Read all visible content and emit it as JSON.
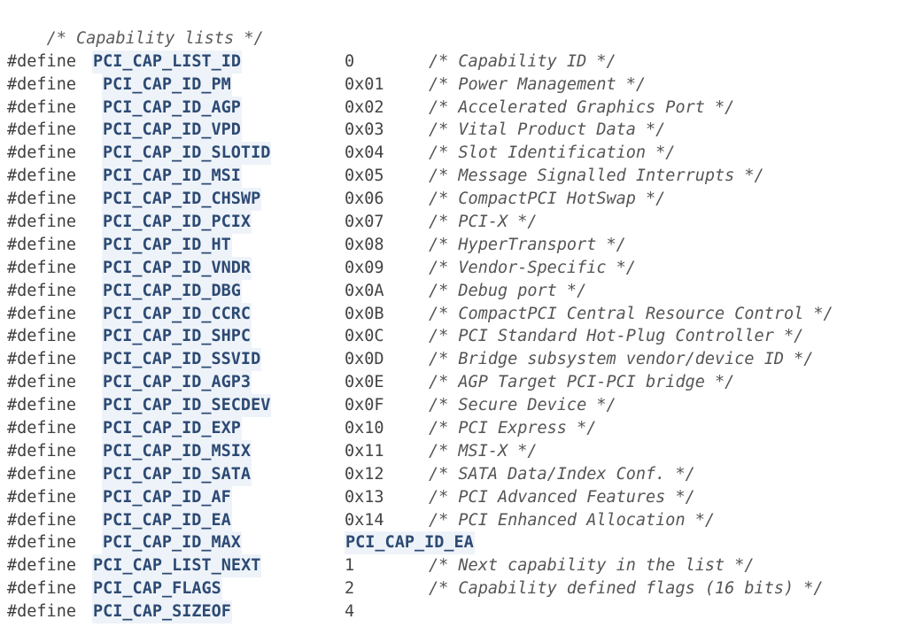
{
  "header_comment": "/* Capability lists */",
  "directive": "#define",
  "defines": [
    {
      "name": "PCI_CAP_LIST_ID",
      "indent": false,
      "value": "0",
      "value_is_ref": false,
      "comment": "/* Capability ID */"
    },
    {
      "name": "PCI_CAP_ID_PM",
      "indent": true,
      "value": "0x01",
      "value_is_ref": false,
      "comment": "/* Power Management */"
    },
    {
      "name": "PCI_CAP_ID_AGP",
      "indent": true,
      "value": "0x02",
      "value_is_ref": false,
      "comment": "/* Accelerated Graphics Port */"
    },
    {
      "name": "PCI_CAP_ID_VPD",
      "indent": true,
      "value": "0x03",
      "value_is_ref": false,
      "comment": "/* Vital Product Data */"
    },
    {
      "name": "PCI_CAP_ID_SLOTID",
      "indent": true,
      "value": "0x04",
      "value_is_ref": false,
      "comment": "/* Slot Identification */"
    },
    {
      "name": "PCI_CAP_ID_MSI",
      "indent": true,
      "value": "0x05",
      "value_is_ref": false,
      "comment": "/* Message Signalled Interrupts */"
    },
    {
      "name": "PCI_CAP_ID_CHSWP",
      "indent": true,
      "value": "0x06",
      "value_is_ref": false,
      "comment": "/* CompactPCI HotSwap */"
    },
    {
      "name": "PCI_CAP_ID_PCIX",
      "indent": true,
      "value": "0x07",
      "value_is_ref": false,
      "comment": "/* PCI-X */"
    },
    {
      "name": "PCI_CAP_ID_HT",
      "indent": true,
      "value": "0x08",
      "value_is_ref": false,
      "comment": "/* HyperTransport */"
    },
    {
      "name": "PCI_CAP_ID_VNDR",
      "indent": true,
      "value": "0x09",
      "value_is_ref": false,
      "comment": "/* Vendor-Specific */"
    },
    {
      "name": "PCI_CAP_ID_DBG",
      "indent": true,
      "value": "0x0A",
      "value_is_ref": false,
      "comment": "/* Debug port */"
    },
    {
      "name": "PCI_CAP_ID_CCRC",
      "indent": true,
      "value": "0x0B",
      "value_is_ref": false,
      "comment": "/* CompactPCI Central Resource Control */"
    },
    {
      "name": "PCI_CAP_ID_SHPC",
      "indent": true,
      "value": "0x0C",
      "value_is_ref": false,
      "comment": "/* PCI Standard Hot-Plug Controller */"
    },
    {
      "name": "PCI_CAP_ID_SSVID",
      "indent": true,
      "value": "0x0D",
      "value_is_ref": false,
      "comment": "/* Bridge subsystem vendor/device ID */"
    },
    {
      "name": "PCI_CAP_ID_AGP3",
      "indent": true,
      "value": "0x0E",
      "value_is_ref": false,
      "comment": "/* AGP Target PCI-PCI bridge */"
    },
    {
      "name": "PCI_CAP_ID_SECDEV",
      "indent": true,
      "value": "0x0F",
      "value_is_ref": false,
      "comment": "/* Secure Device */"
    },
    {
      "name": "PCI_CAP_ID_EXP",
      "indent": true,
      "value": "0x10",
      "value_is_ref": false,
      "comment": "/* PCI Express */"
    },
    {
      "name": "PCI_CAP_ID_MSIX",
      "indent": true,
      "value": "0x11",
      "value_is_ref": false,
      "comment": "/* MSI-X */"
    },
    {
      "name": "PCI_CAP_ID_SATA",
      "indent": true,
      "value": "0x12",
      "value_is_ref": false,
      "comment": "/* SATA Data/Index Conf. */"
    },
    {
      "name": "PCI_CAP_ID_AF",
      "indent": true,
      "value": "0x13",
      "value_is_ref": false,
      "comment": "/* PCI Advanced Features */"
    },
    {
      "name": "PCI_CAP_ID_EA",
      "indent": true,
      "value": "0x14",
      "value_is_ref": false,
      "comment": "/* PCI Enhanced Allocation */"
    },
    {
      "name": "PCI_CAP_ID_MAX",
      "indent": true,
      "value": "PCI_CAP_ID_EA",
      "value_is_ref": true,
      "comment": ""
    },
    {
      "name": "PCI_CAP_LIST_NEXT",
      "indent": false,
      "value": "1",
      "value_is_ref": false,
      "comment": "/* Next capability in the list */"
    },
    {
      "name": "PCI_CAP_FLAGS",
      "indent": false,
      "value": "2",
      "value_is_ref": false,
      "comment": "/* Capability defined flags (16 bits) */"
    },
    {
      "name": "PCI_CAP_SIZEOF",
      "indent": false,
      "value": "4",
      "value_is_ref": false,
      "comment": ""
    }
  ]
}
